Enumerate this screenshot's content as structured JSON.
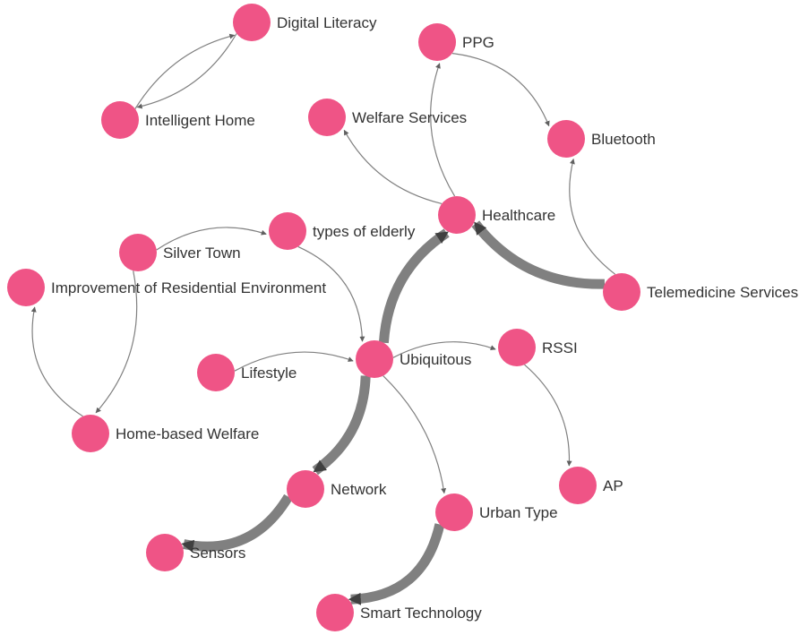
{
  "colors": {
    "node": "#ef5486",
    "edge": "#808080",
    "arrow": "#404040",
    "label": "#333333"
  },
  "nodes": [
    {
      "id": "digital-literacy",
      "label": "Digital Literacy"
    },
    {
      "id": "intelligent-home",
      "label": "Intelligent Home"
    },
    {
      "id": "ppg",
      "label": "PPG"
    },
    {
      "id": "welfare-services",
      "label": "Welfare Services"
    },
    {
      "id": "bluetooth",
      "label": "Bluetooth"
    },
    {
      "id": "healthcare",
      "label": "Healthcare"
    },
    {
      "id": "types-of-elderly",
      "label": "types of elderly"
    },
    {
      "id": "silver-town",
      "label": "Silver Town"
    },
    {
      "id": "improvement-residential",
      "label": "Improvement of Residential Environment"
    },
    {
      "id": "telemedicine",
      "label": "Telemedicine Services"
    },
    {
      "id": "lifestyle",
      "label": "Lifestyle"
    },
    {
      "id": "ubiquitous",
      "label": "Ubiquitous"
    },
    {
      "id": "rssi",
      "label": "RSSI"
    },
    {
      "id": "home-based-welfare",
      "label": "Home-based Welfare"
    },
    {
      "id": "network",
      "label": "Network"
    },
    {
      "id": "ap",
      "label": "AP"
    },
    {
      "id": "urban-type",
      "label": "Urban Type"
    },
    {
      "id": "sensors",
      "label": "Sensors"
    },
    {
      "id": "smart-technology",
      "label": "Smart Technology"
    }
  ],
  "edges": [
    {
      "from": "intelligent-home",
      "to": "digital-literacy",
      "weight": 1
    },
    {
      "from": "digital-literacy",
      "to": "intelligent-home",
      "weight": 1
    },
    {
      "from": "ppg",
      "to": "bluetooth",
      "weight": 1
    },
    {
      "from": "healthcare",
      "to": "ppg",
      "weight": 1
    },
    {
      "from": "healthcare",
      "to": "welfare-services",
      "weight": 1
    },
    {
      "from": "telemedicine",
      "to": "bluetooth",
      "weight": 1
    },
    {
      "from": "telemedicine",
      "to": "healthcare",
      "weight": 5
    },
    {
      "from": "ubiquitous",
      "to": "healthcare",
      "weight": 5
    },
    {
      "from": "silver-town",
      "to": "types-of-elderly",
      "weight": 1
    },
    {
      "from": "silver-town",
      "to": "home-based-welfare",
      "weight": 1
    },
    {
      "from": "home-based-welfare",
      "to": "improvement-residential",
      "weight": 1
    },
    {
      "from": "types-of-elderly",
      "to": "ubiquitous",
      "weight": 1
    },
    {
      "from": "lifestyle",
      "to": "ubiquitous",
      "weight": 1
    },
    {
      "from": "ubiquitous",
      "to": "rssi",
      "weight": 1
    },
    {
      "from": "rssi",
      "to": "ap",
      "weight": 1
    },
    {
      "from": "ubiquitous",
      "to": "urban-type",
      "weight": 1
    },
    {
      "from": "ubiquitous",
      "to": "network",
      "weight": 5
    },
    {
      "from": "network",
      "to": "sensors",
      "weight": 5
    },
    {
      "from": "urban-type",
      "to": "smart-technology",
      "weight": 5
    }
  ]
}
